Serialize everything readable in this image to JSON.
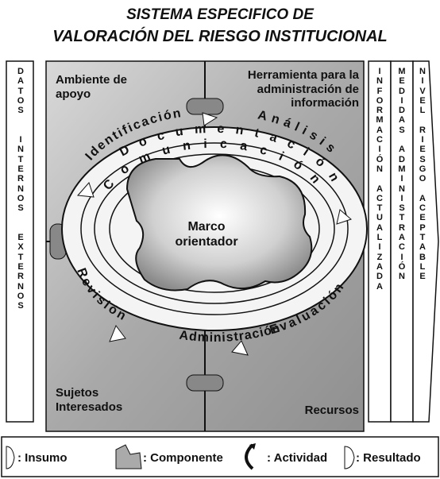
{
  "title": {
    "line1": "SISTEMA ESPECIFICO DE",
    "line2": "VALORACIÓN DEL RIESGO INSTITUCIONAL"
  },
  "left_bar": "DATOS  INTERNOS  EXTERNOS",
  "right_bars": [
    "INFORMACIÓN ACTUALIZADA",
    "MEDIDAS ADMINISTRACIÓN",
    "NIVEL RIESGO ACEPTABLE"
  ],
  "quadrants": {
    "top_left": "Ambiente de apoyo",
    "top_right": "Herramienta para la administración de información",
    "bottom_left": "Sujetos Interesados",
    "bottom_right": "Recursos",
    "center": "Marco orientador"
  },
  "ring_outer": {
    "words": [
      "Identificación",
      "Análisis",
      "Evaluación",
      "Administración",
      "Revisión"
    ]
  },
  "ring_middle": "Documentación",
  "ring_inner": "Comunicación",
  "legend": {
    "insumo": ": Insumo",
    "componente": ": Componente",
    "actividad": ": Actividad",
    "resultado": ": Resultado"
  },
  "colors": {
    "quadrant_fill": "#a9a9a9",
    "center_fill": "#9a9a9a",
    "ring_fill": "#f4f4f4",
    "bar_fill": "#ffffff",
    "outline": "#111111"
  }
}
